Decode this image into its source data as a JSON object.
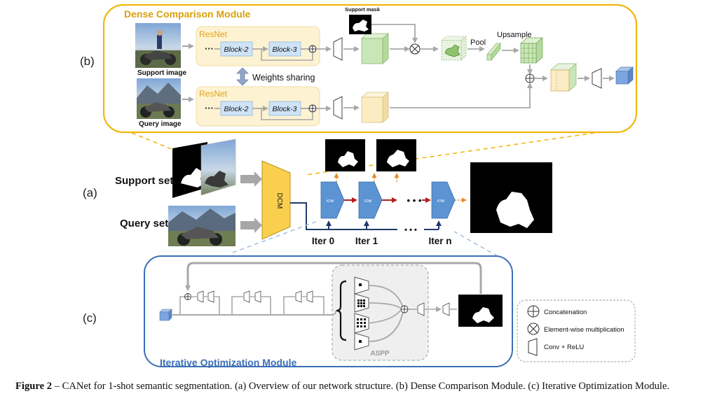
{
  "panel_labels": {
    "a": "(a)",
    "b": "(b)",
    "c": "(c)"
  },
  "dcm": {
    "title": "Dense Comparison Module",
    "support_mask_label": "Support mask",
    "support_image_label": "Support image",
    "query_image_label": "Query image",
    "resnet_label": "ResNet",
    "block2_label": "Block-2",
    "block3_label": "Block-3",
    "ellipsis": "···",
    "weights_sharing_label": "Weights sharing",
    "pool_label": "Pool",
    "upsample_label": "Upsample"
  },
  "overview": {
    "support_set_label": "Support set",
    "query_set_label": "Query set",
    "dcm_box_label": "DCM",
    "iom_box_label": "IOM",
    "ellipsis": "• • •",
    "iter_labels": [
      "Iter 0",
      "Iter 1",
      "Iter n"
    ]
  },
  "iom": {
    "title": "Iterative Optimization Module",
    "aspp_label": "ASPP"
  },
  "legend": {
    "items": [
      "Concatenation",
      "Element-wise multiplication",
      "Conv + ReLU"
    ]
  },
  "caption": {
    "prefix": "Figure 2",
    "text": " – CANet for 1-shot semantic segmentation. (a) Overview of our network structure. (b) Dense Comparison Module. (c) Iterative Optimization Module."
  },
  "colors": {
    "dcm_border": "#f1b60e",
    "iom_border": "#3b6fb6",
    "resnet_fill": "#fdf3d2",
    "block_fill": "#cfe3f7",
    "iom_fill": "#5b93d3",
    "dcm_fill": "#f9cf4d",
    "arrow_red": "#b11f1f",
    "arrow_orange": "#e58b2a",
    "arrow_navy": "#1f3a6b",
    "arrow_gray": "#a8a8a8",
    "green_cube": "#c9e6b8",
    "beige_cube": "#fbecc4",
    "blue_cube": "#7ea6de"
  }
}
